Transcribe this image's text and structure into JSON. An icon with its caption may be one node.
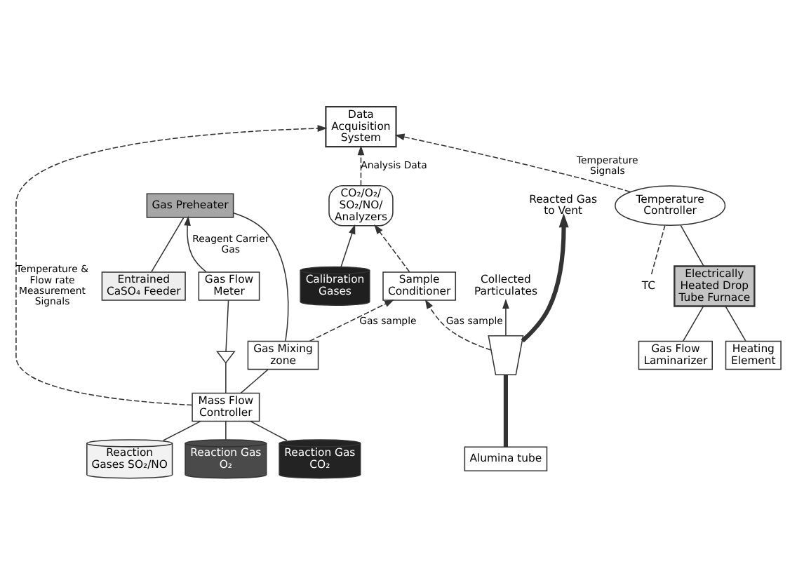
{
  "diagram": {
    "nodes": [
      {
        "text": [
          "Data Acquisition System"
        ]
      },
      {
        "text": [
          "Sample Conditioner"
        ]
      },
      {
        "text": [
          "Gas Flow Meter"
        ]
      },
      {
        "text": [
          "Entrained CaSO₄ Feeder"
        ]
      },
      {
        "text": [
          "Gas Preheater"
        ]
      },
      {
        "text": [
          "Gas Mixing zone"
        ]
      },
      {
        "text": [
          "TC"
        ]
      },
      {
        "text": [
          "CO₂/O₂/ SO₂/NO/ Analyzers"
        ]
      },
      {
        "text": [],
        "shape": "valve"
      },
      {
        "text": [
          "Gas Flow Laminarizer"
        ]
      },
      {
        "text": [
          "Calibration Gases"
        ]
      },
      {
        "text": [
          "Electrically Heated Drop Tube Furnace"
        ]
      },
      {
        "text": [
          "Temperature Controller"
        ]
      },
      {
        "text": [
          "Heating Element"
        ]
      },
      {
        "text": [
          "Alumina tube"
        ]
      },
      {
        "text": [
          "Mass Flow Controller"
        ]
      },
      {
        "text": [],
        "shape": "funnel"
      },
      {
        "text": [
          "Reacted Gas to Vent"
        ]
      },
      {
        "text": [
          "Reaction Gas O₂"
        ]
      },
      {
        "text": [
          "Reaction Gas CO₂"
        ]
      },
      {
        "text": [
          "Reaction Gases SO₂/NO"
        ]
      },
      {
        "text": [
          "Collected Particulates"
        ]
      }
    ],
    "edges": [
      {
        "from": 15,
        "to": 0,
        "arrow": "to",
        "style": "dashed",
        "label": "Temperature & Flow rate Measurement Signals"
      },
      {
        "from": 18,
        "to": 15,
        "arrow": "none"
      },
      {
        "from": 19,
        "to": 15,
        "arrow": "none"
      },
      {
        "from": 20,
        "to": 15,
        "arrow": "none"
      },
      {
        "from": 15,
        "to": 5,
        "arrow": "none"
      },
      {
        "from": 15,
        "to": 8,
        "arrow": "none"
      },
      {
        "from": 8,
        "to": 2,
        "arrow": "none"
      },
      {
        "from": 2,
        "to": 4,
        "arrow": "to",
        "label": "Reagent Carrier Gas"
      },
      {
        "from": 5,
        "to": 4,
        "arrow": "none"
      },
      {
        "from": 3,
        "to": 4,
        "arrow": "none"
      },
      {
        "from": 5,
        "to": 1,
        "arrow": "to",
        "style": "dashed",
        "label": "Gas sample"
      },
      {
        "from": 1,
        "to": 7,
        "arrow": "to",
        "style": "dashed"
      },
      {
        "from": 10,
        "to": 7,
        "arrow": "to"
      },
      {
        "from": 7,
        "to": 0,
        "arrow": "to",
        "style": "dashed",
        "label": "Analysis Data"
      },
      {
        "from": 6,
        "to": 12,
        "arrow": "none",
        "style": "dashed"
      },
      {
        "from": 11,
        "to": 12,
        "arrow": "none"
      },
      {
        "from": 12,
        "to": 0,
        "arrow": "to",
        "style": "dashed",
        "label": "Temperature Signals"
      },
      {
        "from": 9,
        "to": 11,
        "arrow": "none"
      },
      {
        "from": 13,
        "to": 11,
        "arrow": "none"
      },
      {
        "from": 14,
        "to": 16,
        "arrow": "none",
        "style": "thick"
      },
      {
        "from": 16,
        "to": 17,
        "arrow": "to",
        "style": "thick"
      },
      {
        "from": 16,
        "to": 21,
        "arrow": "to"
      },
      {
        "from": 16,
        "to": 1,
        "arrow": "to",
        "style": "dashed",
        "label": "Gas sample"
      }
    ]
  }
}
